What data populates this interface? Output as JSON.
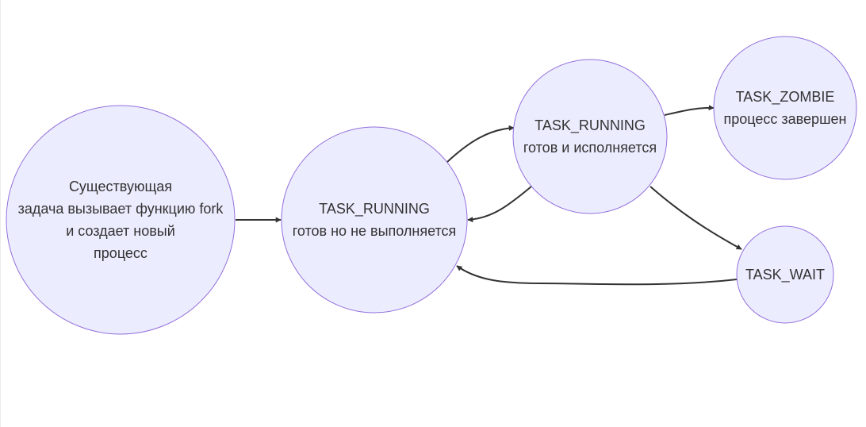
{
  "diagram": {
    "colors": {
      "node_fill": "#ececff",
      "node_stroke": "#9370db",
      "edge": "#333333",
      "text": "#333333"
    },
    "nodes": [
      {
        "id": "fork",
        "lines": [
          "Существующая",
          "задача вызывает функцию fork",
          "и создает новый",
          "процесс"
        ]
      },
      {
        "id": "ready",
        "lines": [
          "TASK_RUNNING",
          "готов но не выполняется"
        ]
      },
      {
        "id": "running",
        "lines": [
          "TASK_RUNNING",
          "готов и исполняется"
        ]
      },
      {
        "id": "zombie",
        "lines": [
          "TASK_ZOMBIE",
          "процесс завершен"
        ]
      },
      {
        "id": "wait",
        "lines": [
          "TASK_WAIT"
        ]
      }
    ],
    "edges": [
      {
        "from": "fork",
        "to": "ready"
      },
      {
        "from": "ready",
        "to": "running"
      },
      {
        "from": "running",
        "to": "ready"
      },
      {
        "from": "running",
        "to": "zombie"
      },
      {
        "from": "running",
        "to": "wait"
      },
      {
        "from": "wait",
        "to": "ready"
      }
    ]
  }
}
